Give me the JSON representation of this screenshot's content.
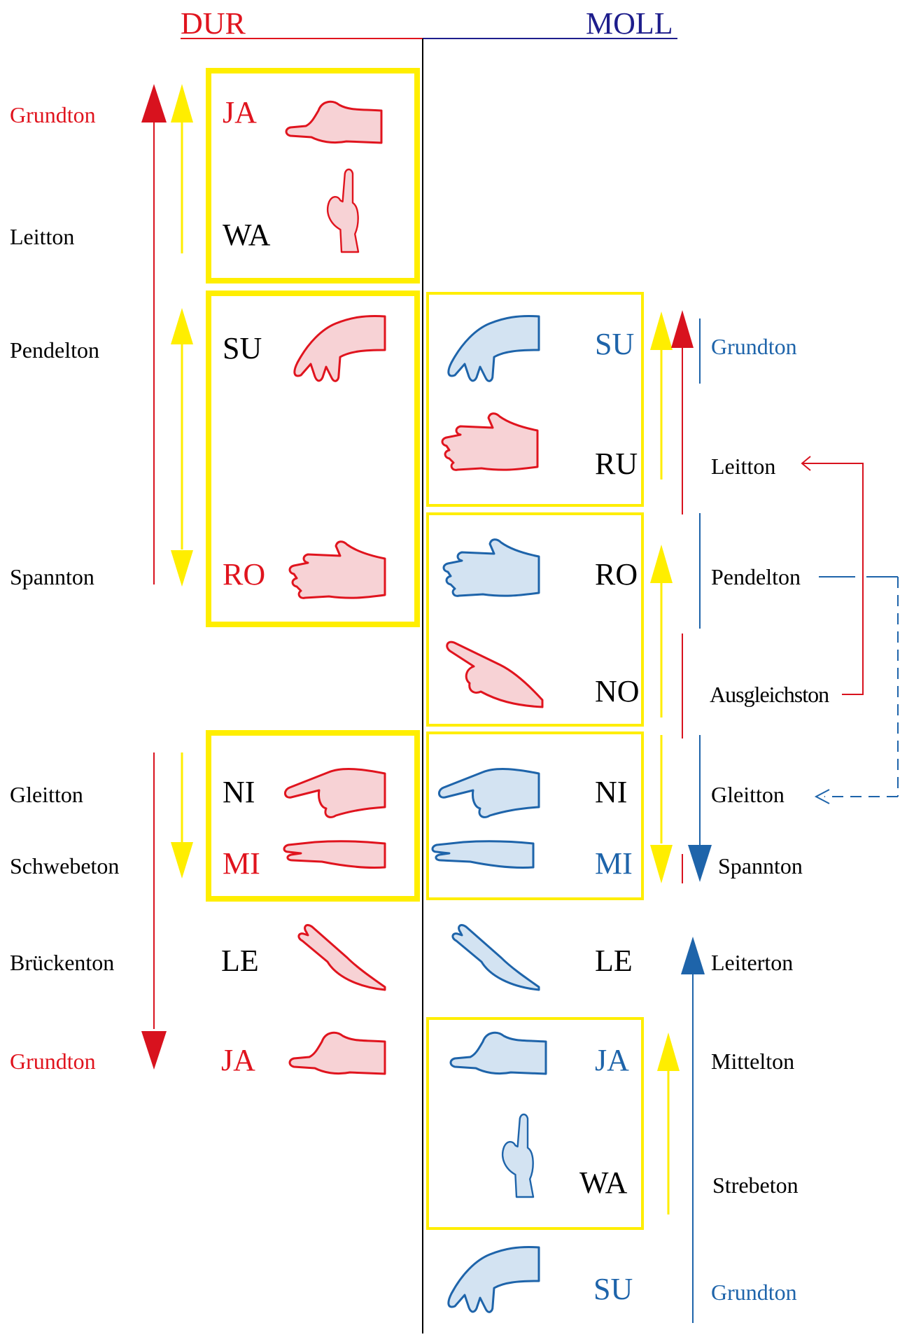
{
  "header": {
    "dur": "DUR",
    "moll": "MOLL"
  },
  "colors": {
    "dur": "#e0141e",
    "moll": "#1e64aa",
    "black": "#000000",
    "yellow": "#ffee00",
    "hand_dur_fill": "#f7d2d5",
    "hand_moll_fill": "#d3e3f2",
    "arrow_red": "#d8121e",
    "arrow_blue": "#1e64aa"
  },
  "dur": {
    "roles": [
      "Grundton",
      "Leitton",
      "Pendelton",
      "Spannton",
      "Gleitton",
      "Schwebeton",
      "Brückenton",
      "Grundton"
    ],
    "syllables": [
      "JA",
      "WA",
      "SU",
      "RO",
      "NI",
      "MI",
      "LE",
      "JA"
    ],
    "hands": [
      "fist-hand-icon",
      "pointing-up-hand-icon",
      "hanging-hand-icon",
      "open-palm-hand-icon",
      "pointing-side-hand-icon",
      "flat-hand-icon",
      "raised-flat-hand-icon",
      "fist-hand-icon"
    ]
  },
  "moll": {
    "syllables": [
      "SU",
      "RU",
      "RO",
      "NO",
      "NI",
      "MI",
      "LE",
      "JA",
      "WA",
      "SU"
    ],
    "roles": [
      "Grundton",
      "Leitton",
      "Pendelton",
      "Ausgleichston",
      "Gleitton",
      "Spannton",
      "Leiterton",
      "Mittelton",
      "Strebeton",
      "Grundton"
    ],
    "hands": [
      "hanging-hand-icon",
      "open-palm-hand-icon",
      "open-palm-hand-icon",
      "pointing-down-hand-icon",
      "pointing-side-hand-icon",
      "flat-hand-icon",
      "raised-flat-hand-icon",
      "fist-hand-icon",
      "pointing-up-hand-icon",
      "hanging-hand-icon"
    ]
  }
}
